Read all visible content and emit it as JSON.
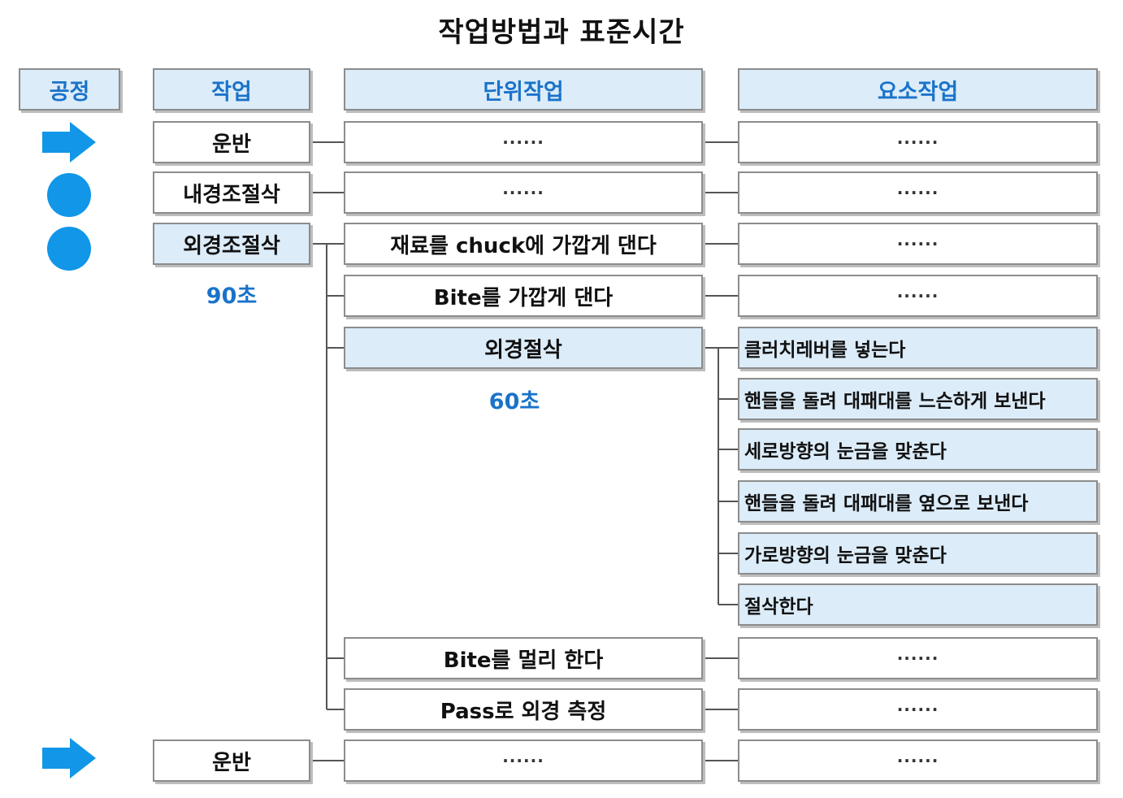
{
  "title": "작업방법과 표준시간",
  "headers": {
    "process": "공정",
    "task": "작업",
    "unit_task": "단위작업",
    "element_task": "요소작업"
  },
  "rows": {
    "r1": {
      "task": "운반",
      "unit": "······",
      "element": "······"
    },
    "r2": {
      "task": "내경조절삭",
      "unit": "······",
      "element": "······"
    },
    "r3": {
      "task": "외경조절삭",
      "task_time": "90초",
      "unit": "재료를 chuck에 가깝게 댄다",
      "element": "······"
    },
    "r4": {
      "unit": "Bite를 가깝게 댄다",
      "element": "······"
    },
    "r5": {
      "unit": "외경절삭",
      "unit_time": "60초"
    },
    "r6": {
      "unit": "Bite를 멀리 한다",
      "element": "······"
    },
    "r7": {
      "unit": "Pass로 외경 측정",
      "element": "······"
    },
    "r8": {
      "task": "운반",
      "unit": "······",
      "element": "······"
    }
  },
  "sub_elements": [
    "클러치레버를 넣는다",
    "핸들을 돌려 대패대를 느슨하게 보낸다",
    "세로방향의 눈금을 맞춘다",
    "핸들을 돌려 대패대를 옆으로 보낸다",
    "가로방향의 눈금을 맞춘다",
    "절삭한다"
  ],
  "colors": {
    "accent": "#1a73c9",
    "symbol": "#1196e8",
    "highlight_bg": "#dcecf9",
    "border": "#8c8c8c"
  },
  "symbols": {
    "transport": "arrow-right-icon",
    "operation": "circle-icon"
  }
}
